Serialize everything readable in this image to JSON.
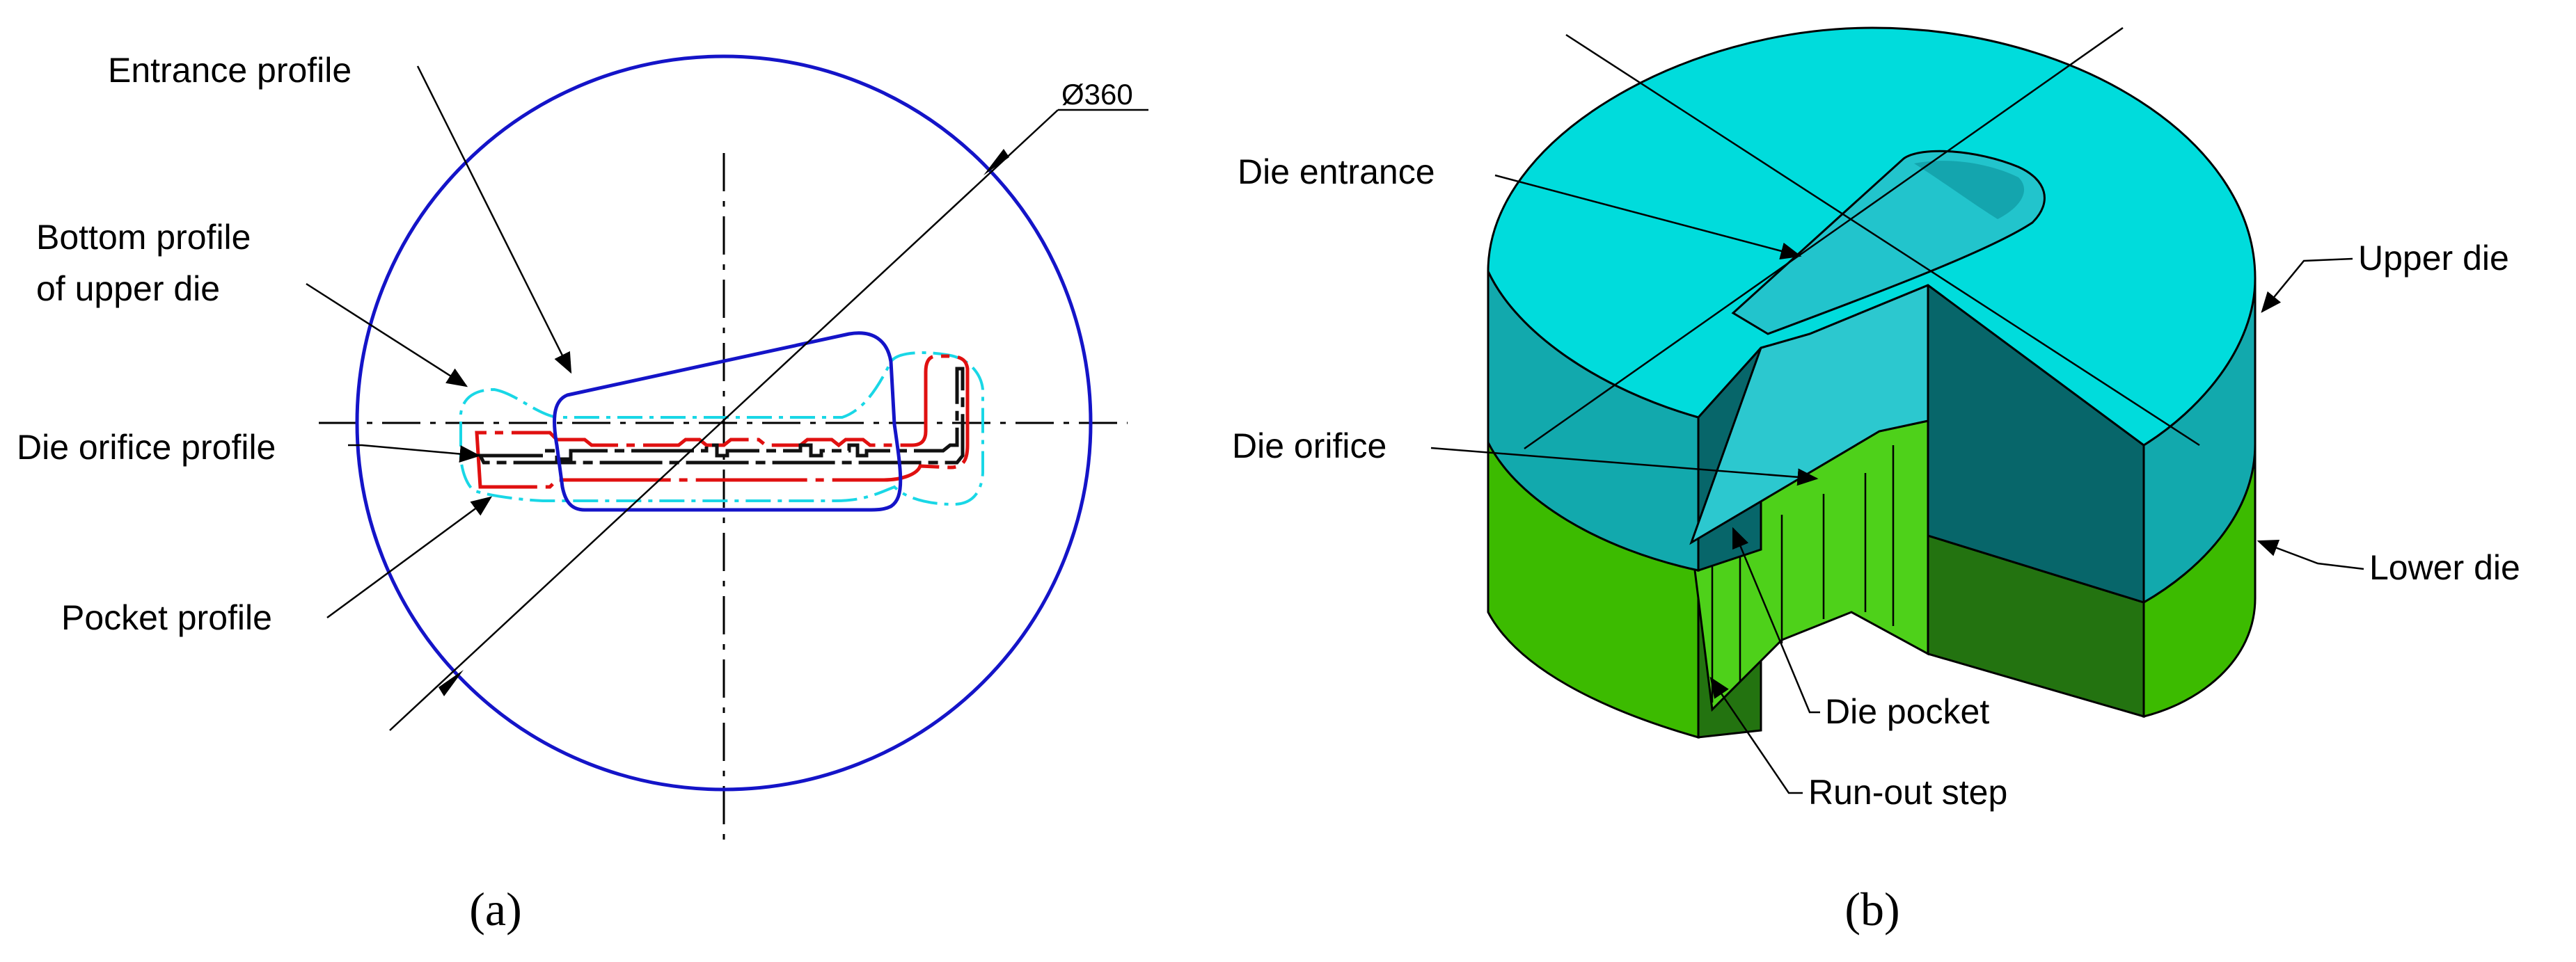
{
  "panel_a": {
    "caption": "(a)",
    "labels": {
      "entrance_profile": "Entrance profile",
      "bottom_profile_line1": "Bottom profile",
      "bottom_profile_line2": "of upper die",
      "die_orifice_profile": "Die orifice profile",
      "pocket_profile": "Pocket profile",
      "diameter": "Ø360"
    },
    "colors": {
      "die_circle": "#1414c8",
      "entrance_profile": "#1414c8",
      "bottom_profile": "#19d7e6",
      "pocket_profile": "#e01010",
      "die_orifice": "#111111"
    }
  },
  "panel_b": {
    "caption": "(b)",
    "labels": {
      "die_entrance": "Die entrance",
      "upper_die": "Upper die",
      "die_orifice": "Die orifice",
      "lower_die": "Lower die",
      "die_pocket": "Die pocket",
      "run_out_step": "Run-out step"
    },
    "colors": {
      "upper_die_top": "#00dcdc",
      "upper_die_side": "#12a9ad",
      "upper_die_cut": "#07666a",
      "lower_die_side": "#3cbb00",
      "lower_die_cut": "#237310"
    }
  }
}
